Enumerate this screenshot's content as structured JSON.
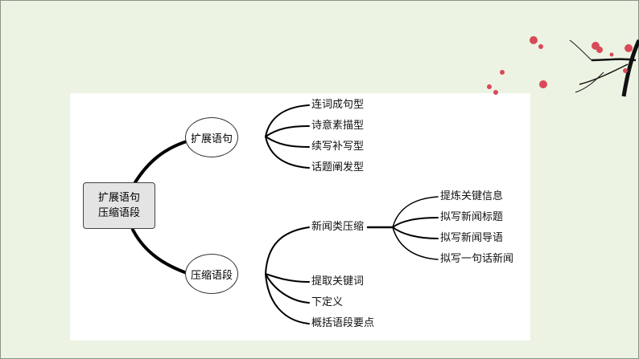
{
  "root": {
    "line1": "扩展语句",
    "line2": "压缩语段"
  },
  "branches": [
    {
      "label": "扩展语句",
      "children": [
        "连词成句型",
        "诗意素描型",
        "续写补写型",
        "话题阐发型"
      ]
    },
    {
      "label": "压缩语段",
      "children": [
        "新闻类压缩",
        "提取关键词",
        "下定义",
        "概括语段要点"
      ]
    }
  ],
  "news_children": [
    "提炼关键信息",
    "拟写新闻标题",
    "拟写新闻导语",
    "拟写一句话新闻"
  ],
  "colors": {
    "background": "#ecf3e3",
    "panel": "#ffffff",
    "root_fill": "#e4e4e4",
    "line": "#000000"
  }
}
